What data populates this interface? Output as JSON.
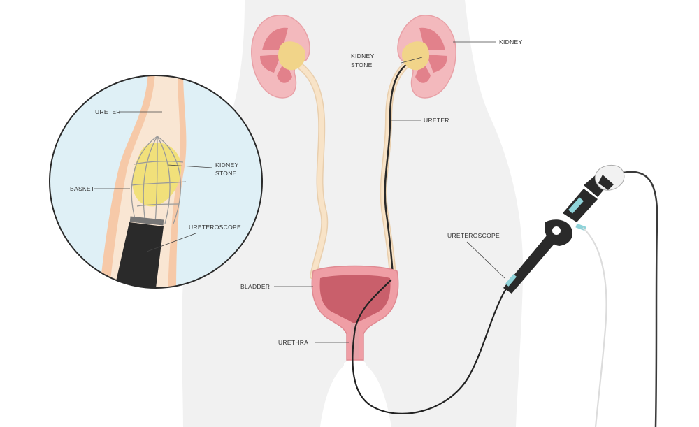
{
  "labels": {
    "kidney": "KIDNEY",
    "kidney_stone_line1": "KIDNEY",
    "kidney_stone_line2": "STONE",
    "ureter": "URETER",
    "ureteroscope": "URETEROSCOPE",
    "bladder": "BLADDER",
    "urethra": "URETHRA"
  },
  "inset": {
    "ureter": "URETER",
    "kidney_stone_line1": "KIDNEY",
    "kidney_stone_line2": "STONE",
    "basket": "BASKET",
    "ureteroscope": "URETEROSCOPE"
  },
  "colors": {
    "body_silhouette": "#f1f1f1",
    "kidney_outer": "#f3b9bd",
    "kidney_inner": "#e2818b",
    "stone": "#f1d489",
    "ureter": "#f8e3c7",
    "bladder_wall": "#ef9ea5",
    "bladder_inner": "#c95f6b",
    "scope": "#2a2a2a",
    "scope_accent": "#8fd3d9",
    "inset_bg": "#dff0f6",
    "inset_stone": "#f1e07a"
  }
}
